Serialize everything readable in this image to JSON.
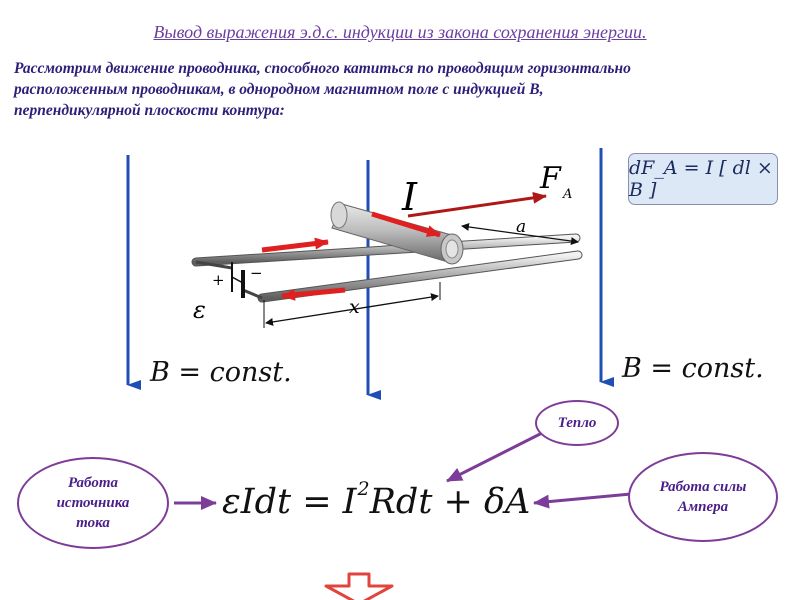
{
  "title": "Вывод выражения э.д.с. индукции из закона сохранения энергии.",
  "intro": {
    "line1": "Рассмотрим движение проводника, способного катиться по проводящим горизонтально",
    "line2": "расположенным проводникам, в однородном магнитном поле с индукцией В,",
    "line3": "перпендикулярной плоскости контура:"
  },
  "formula_box": "dF_A = I [ dl × B ]",
  "diagram_labels": {
    "current": "I",
    "force": "F",
    "force_sub": "A",
    "dist_a": "a",
    "dist_x": "x",
    "emf": "ε",
    "plus": "+",
    "minus": "−"
  },
  "b_left": "B = const.",
  "b_right": "B = const.",
  "equation": {
    "part1": "εIdt = I",
    "power": "2",
    "part2": "Rdt + δA"
  },
  "ovals": {
    "source": "Работа источника тока",
    "heat": "Тепло",
    "ampere": "Работа силы Ампера"
  },
  "colors": {
    "field_arrow": "#1f4fb4",
    "current_arrow": "#e02020",
    "force_arrow": "#b01818",
    "oval_border": "#7d3c98",
    "pointer_arrow": "#7d3c98",
    "down_arrow": "#e0443c"
  }
}
